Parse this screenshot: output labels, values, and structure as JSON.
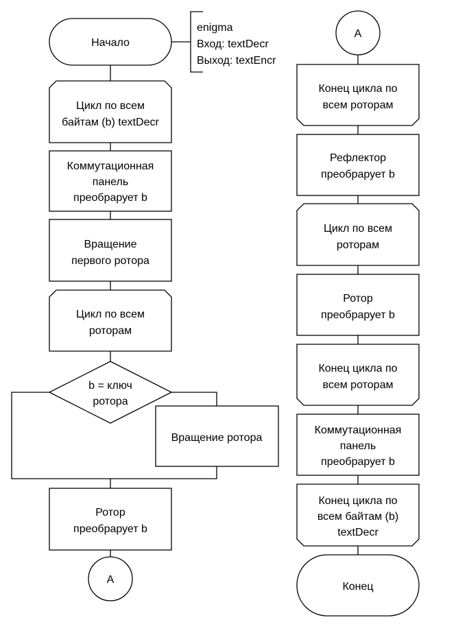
{
  "comment": [
    "enigma",
    "Вход: textDecr",
    "Выход: textEncr"
  ],
  "left_column": {
    "start": "Начало",
    "loop_bytes": [
      "Цикл по всем",
      "байтам (b) textDecr"
    ],
    "plugboard": [
      "Коммутационная",
      "панель",
      "преобрарует b"
    ],
    "rotate_first": [
      "Вращение",
      "первого ротора"
    ],
    "loop_rotors": [
      "Цикл по всем",
      "роторам"
    ],
    "decision": [
      "b = ключ",
      "ротора"
    ],
    "rotate_rotor": [
      "Вращение ротора"
    ],
    "rotor_transform": [
      "Ротор",
      "преобрарует b"
    ],
    "connector": "A"
  },
  "right_column": {
    "connector": "A",
    "loop_rotors_end_1": [
      "Конец цикла по",
      "всем роторам"
    ],
    "reflector": [
      "Рефлектор",
      "преобрарует b"
    ],
    "loop_rotors_2": [
      "Цикл по всем",
      "роторам"
    ],
    "rotor_transform_2": [
      "Ротор",
      "преобрарует b"
    ],
    "loop_rotors_end_2": [
      "Конец цикла по",
      "всем роторам"
    ],
    "plugboard_2": [
      "Коммутационная",
      "панель",
      "преобрарует b"
    ],
    "loop_bytes_end": [
      "Конец цикла по",
      "всем байтам (b)",
      "textDecr"
    ],
    "end": "Конец"
  },
  "colors": {
    "stroke": "#000000",
    "fill": "#ffffff",
    "text": "#000000"
  }
}
